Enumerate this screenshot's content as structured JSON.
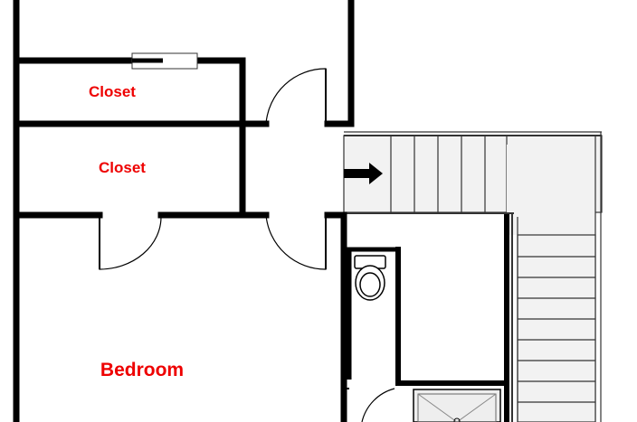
{
  "labels": {
    "closet_upper": "Closet",
    "closet_lower": "Closet",
    "bedroom": "Bedroom"
  },
  "colors": {
    "wall": "#000000",
    "label": "#ee0000",
    "stair_fill": "#f2f2f2",
    "stair_line": "#333333",
    "fixture_fill": "#eeeeee",
    "background": "#ffffff"
  },
  "icons": [
    "stair-direction-arrow-icon",
    "toilet-icon",
    "shower-icon",
    "door-swing-icon",
    "closet-rod-icon"
  ]
}
